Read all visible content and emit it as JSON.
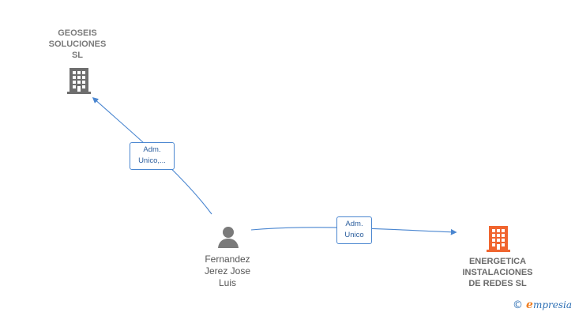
{
  "nodes": {
    "geoseis": {
      "label": "GEOSEIS\nSOLUCIONES\nSL",
      "icon": "building-icon",
      "color": "#6e6e6e"
    },
    "fernandez": {
      "label": "Fernandez\nJerez Jose\nLuis",
      "icon": "person-icon",
      "color": "#7a7a7a"
    },
    "energetica": {
      "label": "ENERGETICA\nINSTALACIONES\nDE REDES  SL",
      "icon": "building-icon",
      "color": "#f0652f"
    }
  },
  "edges": {
    "to_geoseis": {
      "label": "Adm.\nUnico,..."
    },
    "to_energetica": {
      "label": "Adm.\nUnico"
    }
  },
  "edge_color": "#4a86d0",
  "brand": {
    "symbol": "©",
    "initial": "e",
    "name": "mpresia"
  }
}
